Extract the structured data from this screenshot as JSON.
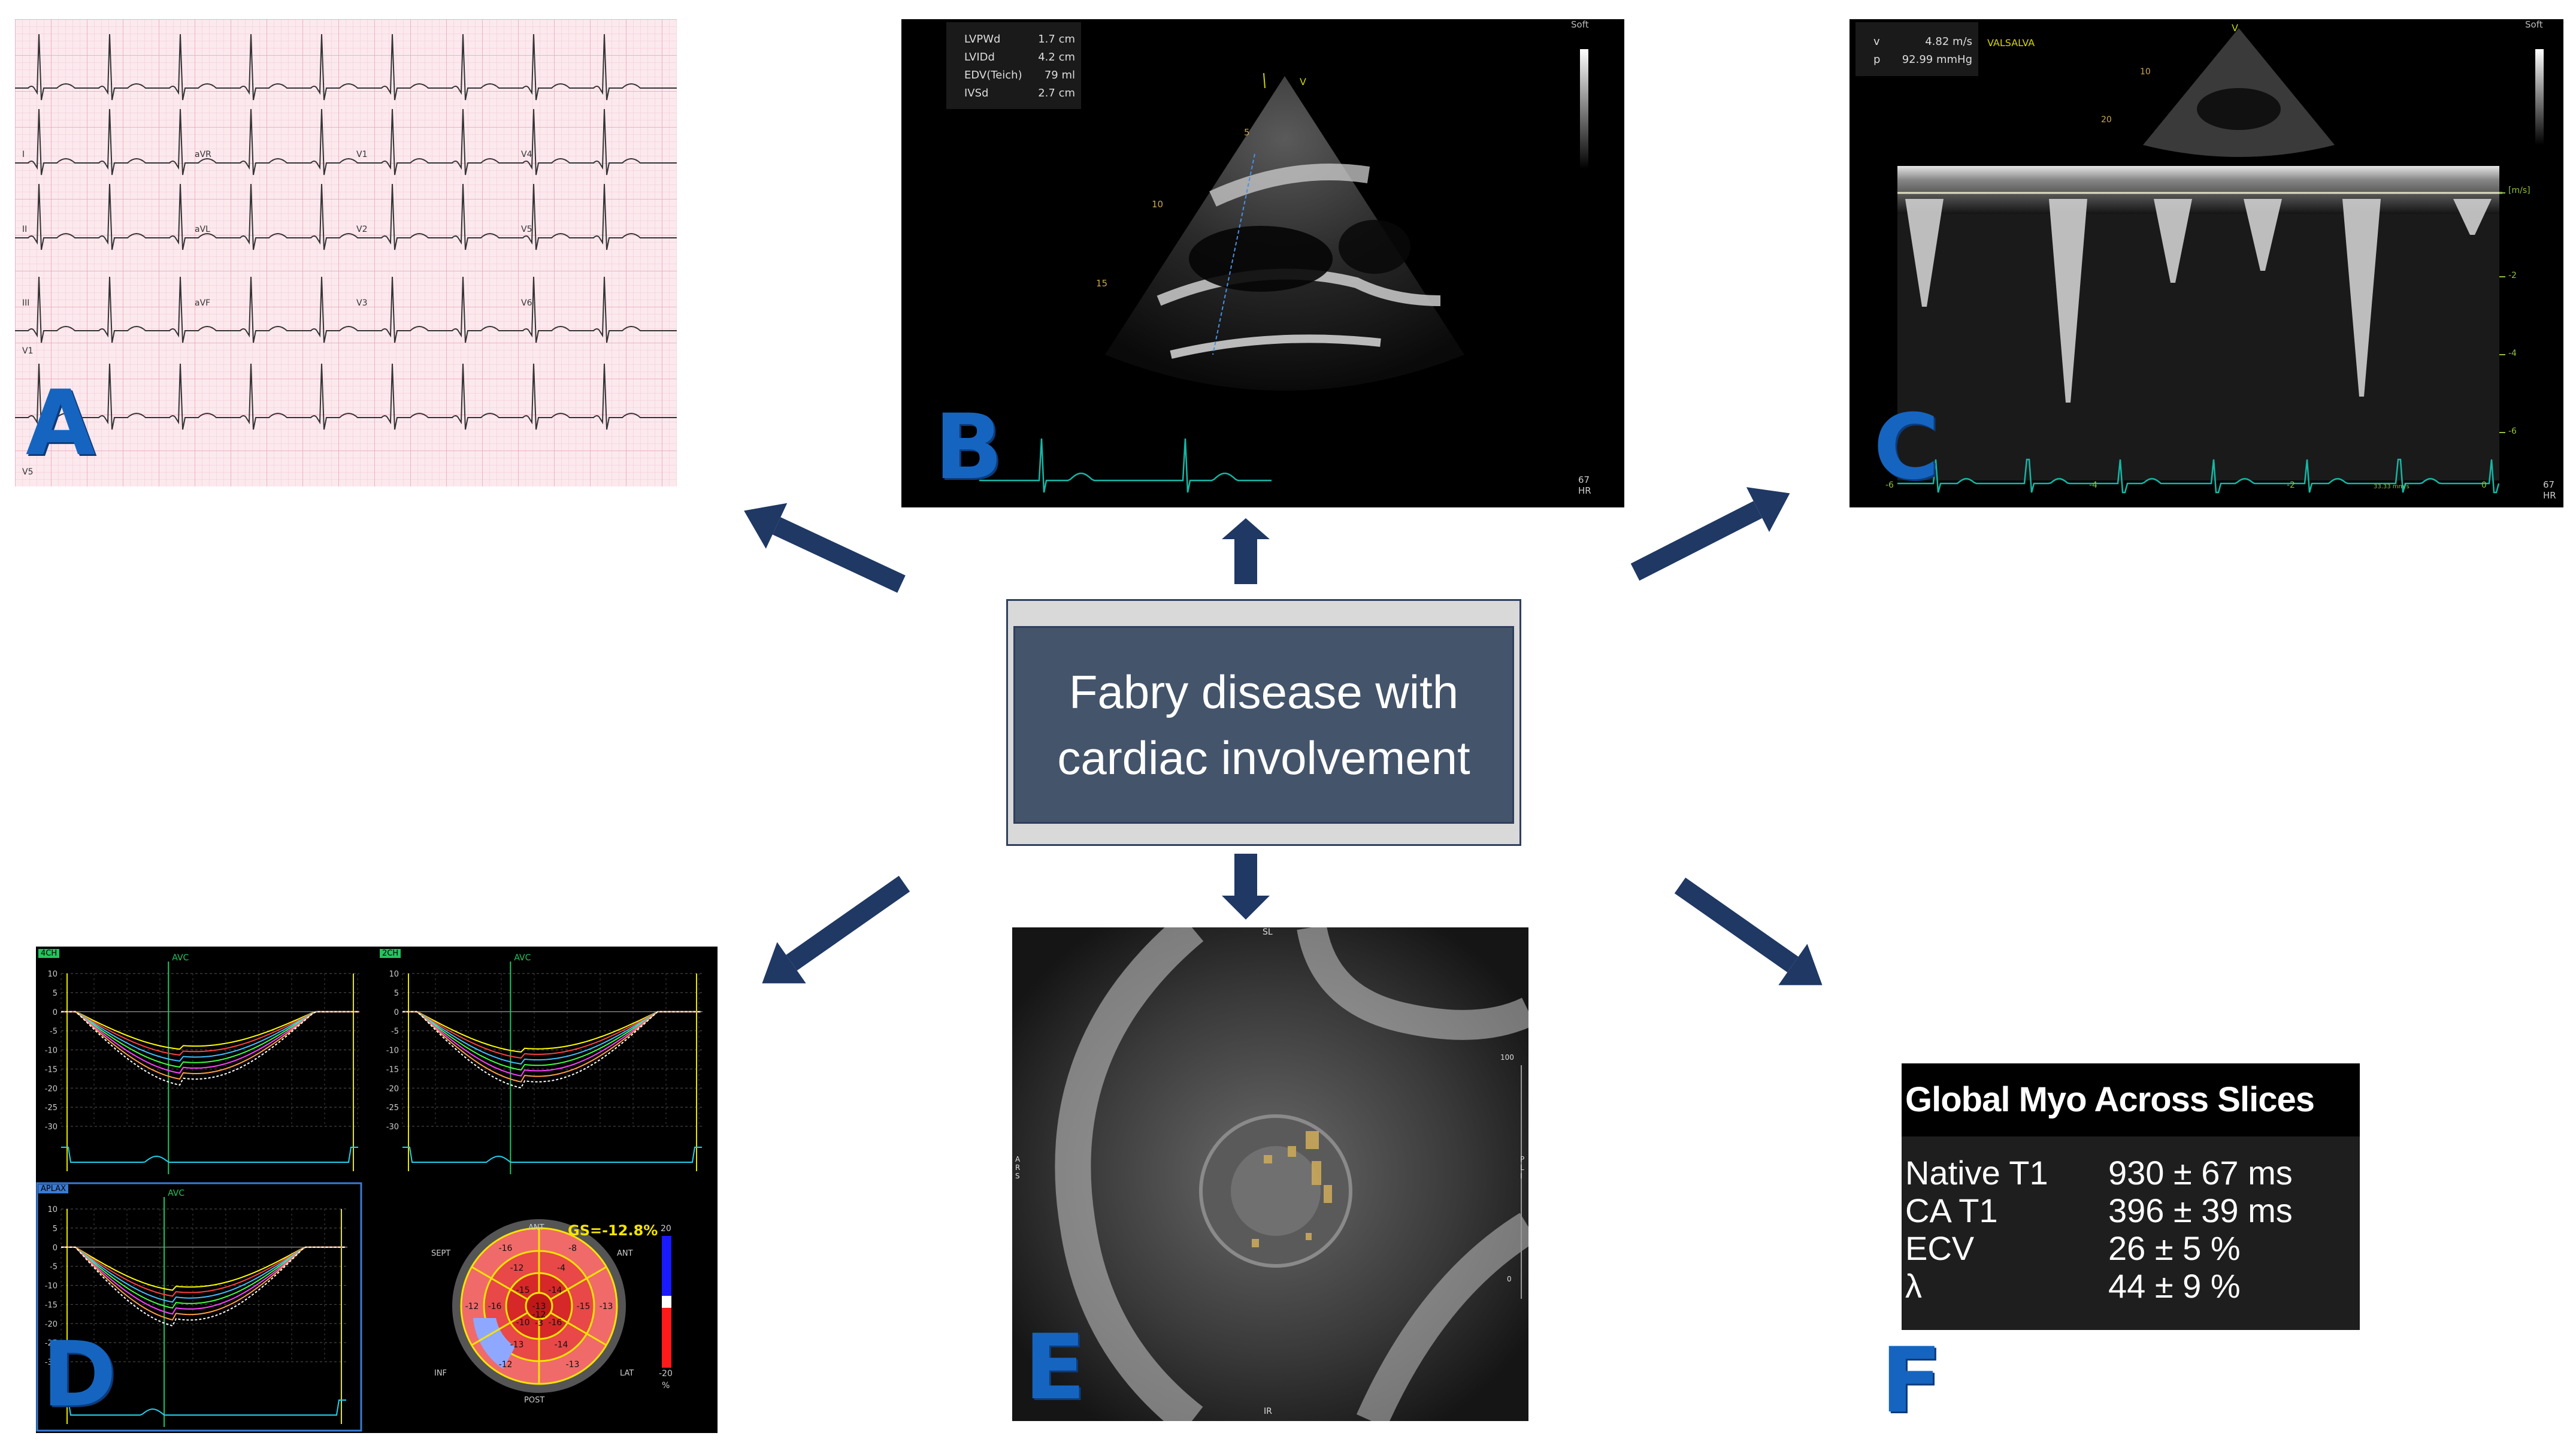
{
  "center": {
    "title_line1": "Fabry disease with",
    "title_line2": "cardiac involvement"
  },
  "letters": {
    "a": "A",
    "b": "B",
    "c": "C",
    "d": "D",
    "e": "E",
    "f": "F"
  },
  "panel_a": {
    "leads": [
      "I",
      "aVR",
      "V1",
      "V4",
      "II",
      "aVL",
      "V2",
      "V5",
      "III",
      "aVF",
      "V3",
      "V6",
      "V1",
      "V5"
    ]
  },
  "panel_b": {
    "measurements": [
      {
        "label": "LVPWd",
        "value": "1.7 cm"
      },
      {
        "label": "LVIDd",
        "value": "4.2 cm"
      },
      {
        "label": "EDV(Teich)",
        "value": "79 ml"
      },
      {
        "label": "IVSd",
        "value": "2.7 cm"
      }
    ],
    "depth_marks": [
      "5",
      "10",
      "15"
    ],
    "preset": "Soft",
    "hr_value": "67",
    "hr_label": "HR"
  },
  "panel_c": {
    "measurements": [
      {
        "label": "v",
        "value": "4.82 m/s"
      },
      {
        "label": "p",
        "value": "92.99 mmHg"
      }
    ],
    "maneuver": "VALSALVA",
    "scale_unit": "[m/s]",
    "scale_ticks": [
      "-2",
      "-4",
      "-6"
    ],
    "time_ticks": [
      "-6",
      "-4",
      "-2",
      "0"
    ],
    "depth_marks": [
      "10",
      "20"
    ],
    "speed": "33.33 mm/s",
    "preset": "Soft",
    "hr_value": "67",
    "hr_label": "HR"
  },
  "panel_d": {
    "views": [
      "4CH",
      "2CH",
      "APLAX"
    ],
    "avc_label": "AVC",
    "y_ticks": [
      "10",
      "5",
      "0",
      "-5",
      "-10",
      "-15",
      "-20",
      "-25",
      "-30"
    ],
    "gs_label": "GS=-12.8%",
    "bullseye_labels": [
      "ANT",
      "ANT",
      "SEPT",
      "INF",
      "LAT",
      "POST"
    ],
    "scale_ticks": [
      "20",
      "-20",
      "%"
    ],
    "segment_values": [
      "-8",
      "-13",
      "-13",
      "-12",
      "-12",
      "-16",
      "-4",
      "-15",
      "-14",
      "-13",
      "-16",
      "-12",
      "-14",
      "-16",
      "-10",
      "-15",
      "-13",
      "-12",
      "-3"
    ]
  },
  "panel_e": {
    "labels": [
      "SL",
      "IR",
      "ARS",
      "PLI",
      "100",
      "0"
    ]
  },
  "panel_f": {
    "title": "Global Myo Across Slices",
    "rows": [
      {
        "label": "Native T1",
        "value": "930 ± 67 ms"
      },
      {
        "label": "CA T1",
        "value": "396 ± 39 ms"
      },
      {
        "label": "ECV",
        "value": "26 ± 5 %"
      },
      {
        "label": "λ",
        "value": "44 ± 9 %"
      }
    ]
  },
  "colors": {
    "accent_letter": "#1565c0",
    "arrow": "#1f3864",
    "center_box": "#44546a",
    "ecg_trace": "#0d8f8f"
  }
}
